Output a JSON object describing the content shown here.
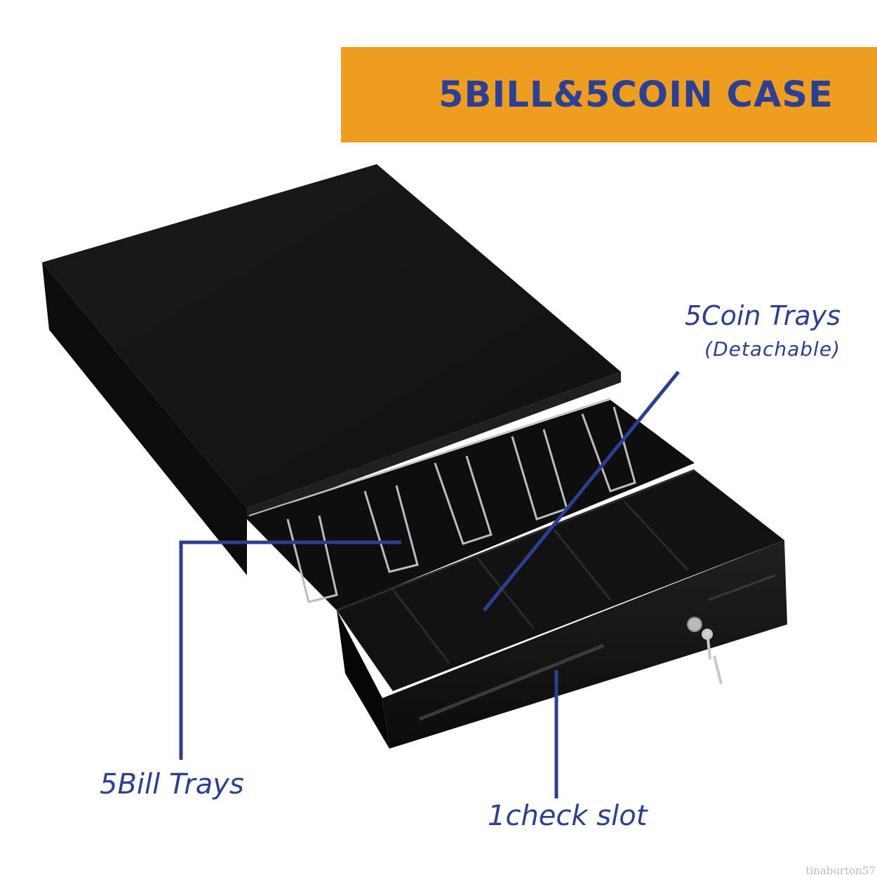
{
  "banner": {
    "text": "5BILL&5COIN CASE",
    "color": "#ef9d1f",
    "text_color": "#2a3f96"
  },
  "labels": {
    "coin_trays": "5Coin Trays",
    "coin_trays_note": "(Detachable)",
    "bill_trays": "5Bill Trays",
    "check_slot": "1check slot"
  },
  "label_color": "#2c3f92",
  "product": {
    "name": "cash-drawer",
    "color": "#141414",
    "bill_tray_count": 5,
    "coin_tray_count": 5,
    "check_slot_count": 1
  },
  "watermark": "tinaburton57"
}
